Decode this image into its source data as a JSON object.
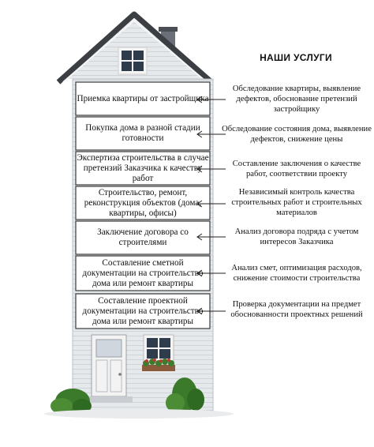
{
  "heading": "НАШИ УСЛУГИ",
  "floors": [
    {
      "label": "Приемка квартиры от застройщика",
      "service": "Обследование квартиры, выявление дефектов, обоснование претензий застройщику"
    },
    {
      "label": "Покупка дома в разной стадии готовности",
      "service": "Обследование состояния дома, выявление дефектов, снижение цены"
    },
    {
      "label": "Экспертиза строительства в случае претензий Заказчика к качеству работ",
      "service": "Составление заключения о качестве работ, соответствии проекту"
    },
    {
      "label": "Строительство, ремонт, реконструкция объектов (дома, квартиры, офисы)",
      "service": "Независимый контроль качества строительных работ и строительных материалов"
    },
    {
      "label": "Заключение договора со строителями",
      "service": "Анализ договора подряда с учетом интересов Заказчика"
    },
    {
      "label": "Составление сметной документации на строительство дома или ремонт квартиры",
      "service": "Анализ смет, оптимизация расходов, снижение стоимости строительства"
    },
    {
      "label": "Составление проектной документации на строительство дома или ремонт квартиры",
      "service": "Проверка документации на предмет обоснованности проектных решений"
    }
  ],
  "colors": {
    "siding": "#e4e7ea",
    "roof": "#3b3f44",
    "door": "#f2f2f2",
    "plants": "#3f7a2e",
    "flowers": "#c0392b"
  }
}
